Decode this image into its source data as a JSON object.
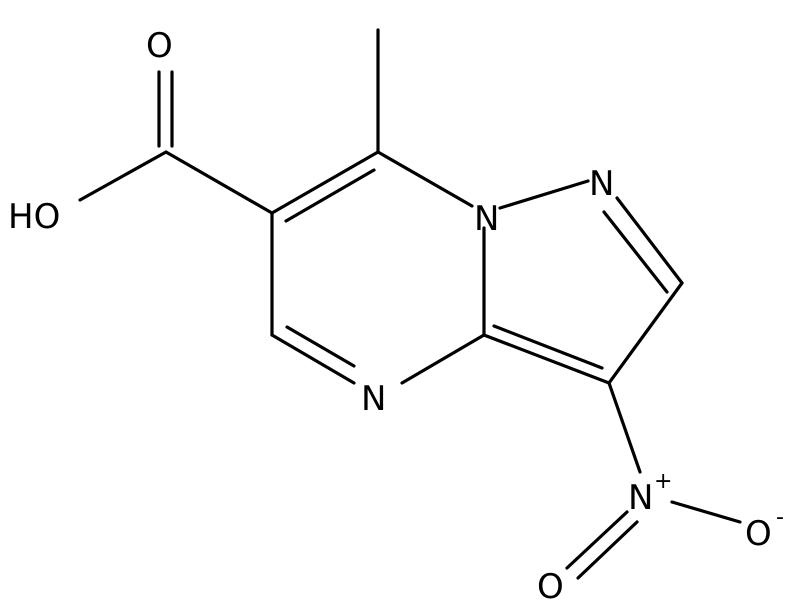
{
  "atom_labels": {
    "ho": "HO",
    "o_carbonyl": "O",
    "n_bridge": "N",
    "n_pyrazole": "N",
    "n_pyrimidine": "N",
    "n_nitro": "N",
    "n_nitro_charge": "+",
    "o_nitro_double": "O",
    "o_nitro_single": "O",
    "o_nitro_charge": "-"
  },
  "colors": {
    "bond": "#000000",
    "text": "#000000",
    "background": "#ffffff"
  }
}
